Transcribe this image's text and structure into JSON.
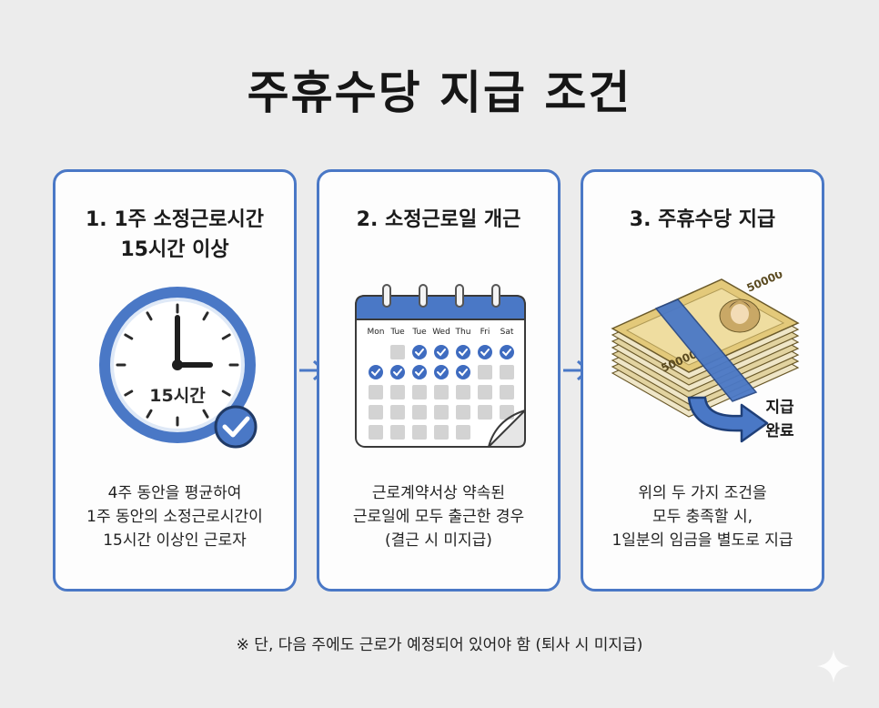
{
  "title": "주휴수당 지급 조건",
  "steps": [
    {
      "title": "1. 1주 소정근로시간\n15시간 이상",
      "illustration": "clock-icon",
      "clock_label": "15시간",
      "description": "4주 동안을 평균하여\n1주 동안의 소정근로시간이\n15시간 이상인 근로자"
    },
    {
      "title": "2. 소정근로일 개근",
      "illustration": "calendar-icon",
      "weekdays": [
        "Mon",
        "Tue",
        "Tue",
        "Wed",
        "Thu",
        "Fri",
        "Sat"
      ],
      "description": "근로계약서상 약속된\n근로일에 모두 출근한 경우\n(결근 시 미지급)"
    },
    {
      "title": "3. 주휴수당 지급",
      "illustration": "money-stack-icon",
      "bill_amount": "50000",
      "done_line1": "지급",
      "done_line2": "완료",
      "description": "위의 두 가지 조건을\n모두 충족할 시,\n1일분의 임금을 별도로 지급"
    }
  ],
  "footnote": "※ 단, 다음 주에도 근로가 예정되어 있어야 함 (퇴사 시 미지급)",
  "colors": {
    "accent": "#4a78c6",
    "check": "#3f6cc0",
    "background": "#ececec",
    "card": "#fdfdfd"
  }
}
